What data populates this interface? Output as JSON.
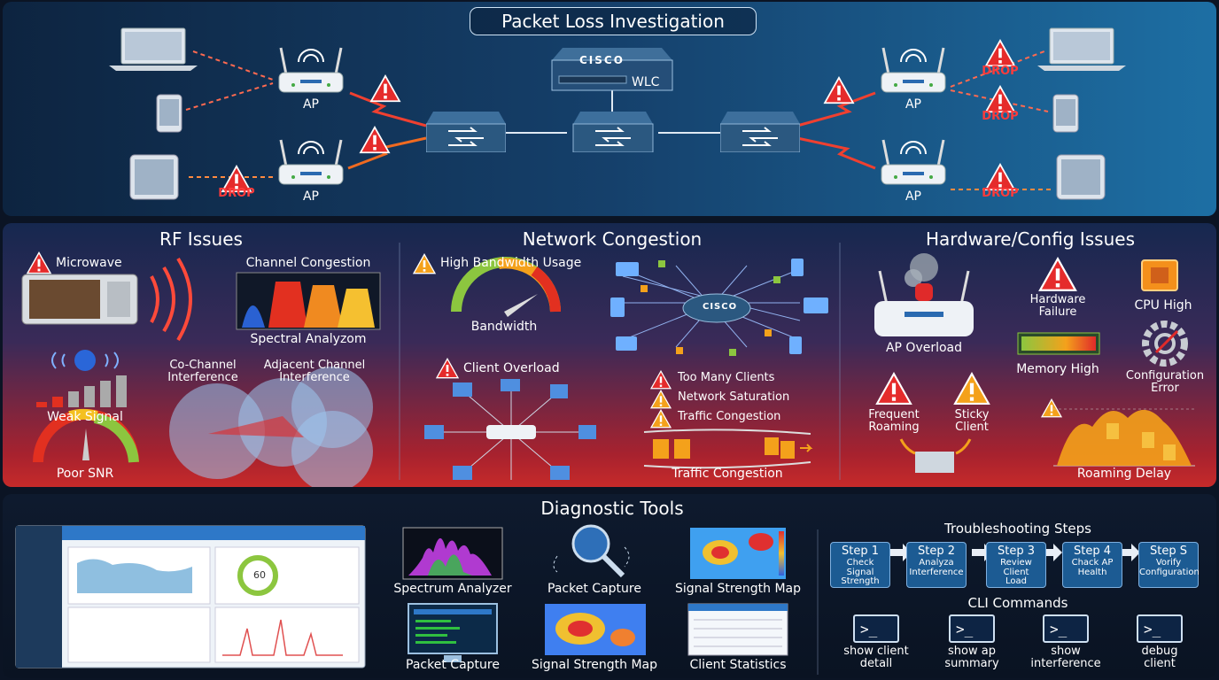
{
  "title": "Packet Loss Investigation",
  "topology": {
    "wlc_brand": "CISCO",
    "wlc_label": "WLC",
    "ap_label": "AP",
    "drop_label": "DROP"
  },
  "rf": {
    "title": "RF Issues",
    "microwave": "Microwave",
    "channel_congestion": "Channel Congestion",
    "spectral": "Spectral Analyzom",
    "weak_signal": "Weak Signal",
    "poor_snr": "Poor SNR",
    "co_channel": "Co-Channel\nInterference",
    "adjacent": "Adjacent Channel\nInterference"
  },
  "congestion": {
    "title": "Network Congestion",
    "high_bw": "High Bandwidth Usage",
    "bandwidth": "Bandwidth",
    "client_overload": "Client Overload",
    "too_many": "Too Many Clients",
    "saturation": "Network Saturation",
    "traffic": "Traffic Congestion",
    "traffic_caption": "Traffic Congestion",
    "hub_brand": "CISCO"
  },
  "hardware": {
    "title": "Hardware/Config Issues",
    "ap_overload": "AP Overload",
    "hw_failure": "Hardware\nFailure",
    "cpu_high": "CPU High",
    "memory_high": "Memory High",
    "config_error": "Configuration\nError",
    "frequent_roaming": "Frequent\nRoaming",
    "sticky": "Sticky\nClient",
    "roaming_delay": "Roaming Delay"
  },
  "tools": {
    "title": "Diagnostic Tools",
    "dash_gauge": "60",
    "items": [
      "Spectrum Analyzer",
      "Packet Capture",
      "Signal Strength Map",
      "Packet Capture",
      "Signal Strength Map",
      "Client Statistics"
    ]
  },
  "steps": {
    "title": "Troubleshooting Steps",
    "items": [
      {
        "n": "Step 1",
        "t": "Check\nSignal\nStrength"
      },
      {
        "n": "Step 2",
        "t": "Analyza\nInterference"
      },
      {
        "n": "Step 3",
        "t": "Review\nClient\nLoad"
      },
      {
        "n": "Step 4",
        "t": "Chack AP\nHealth"
      },
      {
        "n": "Step S",
        "t": "Vorify\nConfiguration"
      }
    ]
  },
  "cli": {
    "title": "CLI Commands",
    "prompt": ">_",
    "items": [
      "show client\ndetall",
      "show ap\nsummary",
      "show\ninterference",
      "debug\nclient"
    ]
  },
  "colors": {
    "drop": "#ff3b3b",
    "warn_red": "#e52b2b",
    "warn_orange": "#f4a11b",
    "step_bg": "#1c5b93"
  }
}
